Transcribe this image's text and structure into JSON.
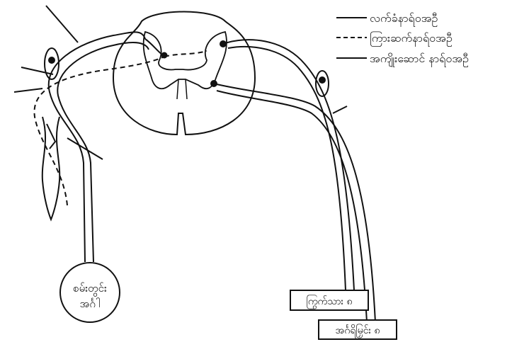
{
  "legend": {
    "items": [
      {
        "style": "solid",
        "label": "လက်ခံနာရ်ဝအဦ"
      },
      {
        "style": "dashed",
        "label": "ကြားဆက်နာရ်ဝအဦ"
      },
      {
        "style": "solid",
        "label": "အကျိုးဆောင် နာရ်ဝအဦ"
      }
    ]
  },
  "labels": {
    "receptor_line1": "စမ်းတွင်း",
    "receptor_line2": "အင်္ဂါ",
    "muscle": "ကြွက်သား ၈",
    "gland": "အင်္ဂရိမြှင်း ၈"
  },
  "colors": {
    "ink": "#111111",
    "background": "#ffffff"
  }
}
